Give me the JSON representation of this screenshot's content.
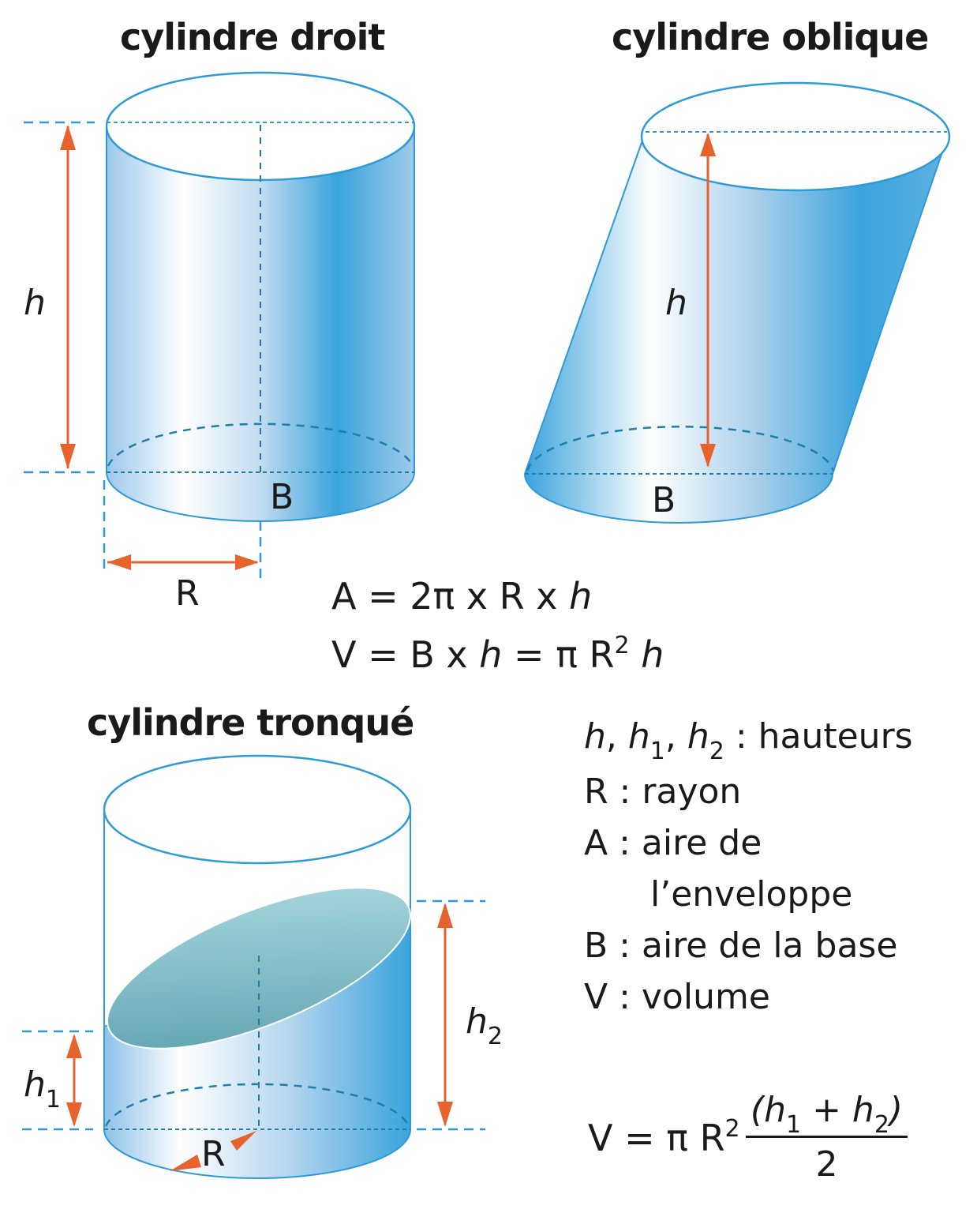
{
  "colors": {
    "cylinder_stroke": "#2e9ad6",
    "cylinder_dark": "#3aa3dc",
    "cylinder_light": "#ffffff",
    "cut_surface_dark": "#5a9fae",
    "cut_surface_light": "#a9d8de",
    "dimension_arrow": "#e8622d",
    "dashed_line": "#2e9ad6",
    "text": "#1a1a1a"
  },
  "panels": {
    "right_cylinder": {
      "title": "cylindre droit",
      "height_label": "h",
      "base_label": "B",
      "radius_label": "R"
    },
    "oblique_cylinder": {
      "title": "cylindre oblique",
      "height_label": "h",
      "base_label": "B"
    },
    "truncated_cylinder": {
      "title": "cylindre tronqué",
      "h1_label": "h",
      "h1_sub": "1",
      "h2_label": "h",
      "h2_sub": "2",
      "radius_label": "R"
    }
  },
  "formulas": {
    "area": {
      "lhs": "A = 2π x R x ",
      "h": "h"
    },
    "volume": {
      "lhs": "V = B x ",
      "h": "h",
      "mid": " = π R",
      "exp": "2",
      "tail_h": " h"
    },
    "truncated_volume": {
      "lhs": "V = π R",
      "exp": "2",
      "numerator_open": "(",
      "numerator_h1": "h",
      "numerator_h1_sub": "1",
      "numerator_plus": " + ",
      "numerator_h2": "h",
      "numerator_h2_sub": "2",
      "numerator_close": ")",
      "denominator": "2"
    }
  },
  "legend": {
    "row1": {
      "h": "h",
      "sep1": ", ",
      "h1": "h",
      "h1_sub": "1",
      "sep2": ", ",
      "h2": "h",
      "h2_sub": "2",
      "desc": " : hauteurs"
    },
    "row2": "R : rayon",
    "row3": "A : aire de",
    "row3_cont": "l’enveloppe",
    "row4": "B : aire de la base",
    "row5": "V : volume"
  }
}
